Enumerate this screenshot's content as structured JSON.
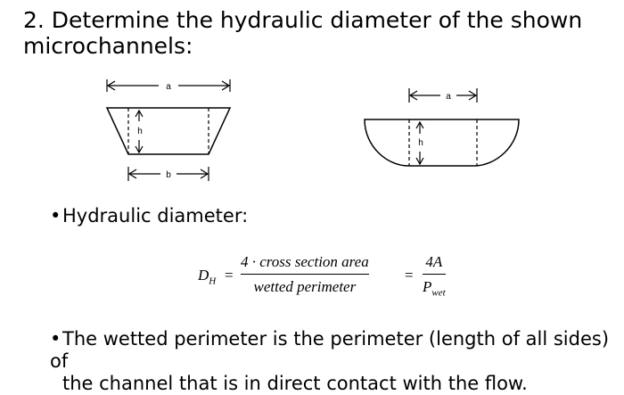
{
  "title": "2. Determine the hydraulic diameter of the shown microchannels:",
  "diagram": {
    "trapezoid": {
      "top_label": "a",
      "height_label": "h",
      "bottom_label": "b"
    },
    "semicircle": {
      "top_label": "a",
      "height_label": "h"
    }
  },
  "bullet1": {
    "marker": "•",
    "text": "Hydraulic diameter:"
  },
  "formula": {
    "lhs_symbol": "D",
    "lhs_sub": "H",
    "eq": "=",
    "numerator": "4 · cross section area",
    "denominator": "wetted perimeter",
    "rhs_numerator": "4A",
    "rhs_denominator_symbol": "P",
    "rhs_denominator_sub": "wet"
  },
  "bullet2": {
    "marker": "•",
    "line1": "The wetted perimeter is the perimeter (length of all sides) of",
    "line2": "the channel that is in direct contact with the flow."
  }
}
